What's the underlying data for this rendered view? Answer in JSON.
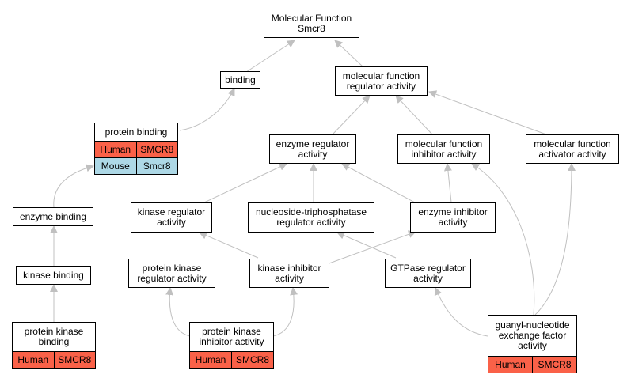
{
  "colors": {
    "human": "#fa6148",
    "mouse": "#add8e6",
    "edge": "#c0c0c0",
    "border": "#000000"
  },
  "nodes": {
    "root": {
      "label": "Molecular Function\nSmcr8"
    },
    "binding": {
      "label": "binding"
    },
    "mf_regulator": {
      "label": "molecular function\nregulator activity"
    },
    "protein_binding": {
      "label": "protein binding",
      "rows": [
        {
          "species": "Human",
          "gene": "SMCR8"
        },
        {
          "species": "Mouse",
          "gene": "Smcr8"
        }
      ]
    },
    "enzyme_regulator": {
      "label": "enzyme regulator\nactivity"
    },
    "mf_inhibitor": {
      "label": "molecular function\ninhibitor activity"
    },
    "mf_activator": {
      "label": "molecular function\nactivator activity"
    },
    "enzyme_binding": {
      "label": "enzyme binding"
    },
    "kinase_regulator": {
      "label": "kinase regulator\nactivity"
    },
    "ntpase_regulator": {
      "label": "nucleoside-triphosphatase\nregulator activity"
    },
    "enzyme_inhibitor": {
      "label": "enzyme inhibitor\nactivity"
    },
    "kinase_binding": {
      "label": "kinase binding"
    },
    "pk_regulator": {
      "label": "protein kinase\nregulator activity"
    },
    "kinase_inhibitor": {
      "label": "kinase inhibitor\nactivity"
    },
    "gtpase_regulator": {
      "label": "GTPase regulator\nactivity"
    },
    "pk_binding": {
      "label": "protein kinase\nbinding",
      "rows": [
        {
          "species": "Human",
          "gene": "SMCR8"
        }
      ]
    },
    "pk_inhibitor": {
      "label": "protein kinase\ninhibitor activity",
      "rows": [
        {
          "species": "Human",
          "gene": "SMCR8"
        }
      ]
    },
    "gnef": {
      "label": "guanyl-nucleotide\nexchange factor\nactivity",
      "rows": [
        {
          "species": "Human",
          "gene": "SMCR8"
        }
      ]
    }
  }
}
